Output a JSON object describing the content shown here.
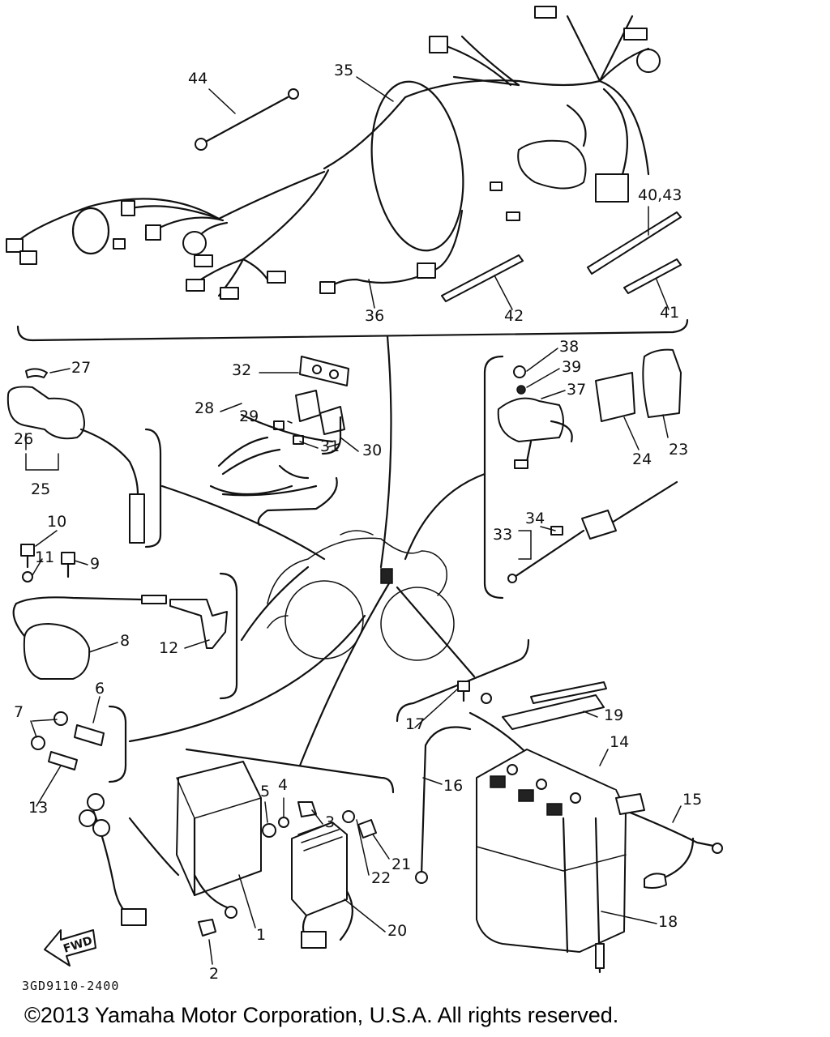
{
  "diagram": {
    "callouts": {
      "c1": "1",
      "c2": "2",
      "c3": "3",
      "c4": "4",
      "c5": "5",
      "c6": "6",
      "c7": "7",
      "c8": "8",
      "c9": "9",
      "c10": "10",
      "c11": "11",
      "c12": "12",
      "c13": "13",
      "c14": "14",
      "c15": "15",
      "c16": "16",
      "c17": "17",
      "c18": "18",
      "c19": "19",
      "c20": "20",
      "c21": "21",
      "c22": "22",
      "c23": "23",
      "c24": "24",
      "c25": "25",
      "c26": "26",
      "c27": "27",
      "c28": "28",
      "c29": "29",
      "c30": "30",
      "c31": "31",
      "c32": "32",
      "c33": "33",
      "c34": "34",
      "c35": "35",
      "c36": "36",
      "c37": "37",
      "c38": "38",
      "c39": "39",
      "c40_43": "40,43",
      "c41": "41",
      "c42": "42",
      "c44": "44"
    },
    "fwd_label": "FWD",
    "reference_code": "3GD9110-2400",
    "copyright": "©2013 Yamaha Motor Corporation, U.S.A. All rights reserved."
  }
}
